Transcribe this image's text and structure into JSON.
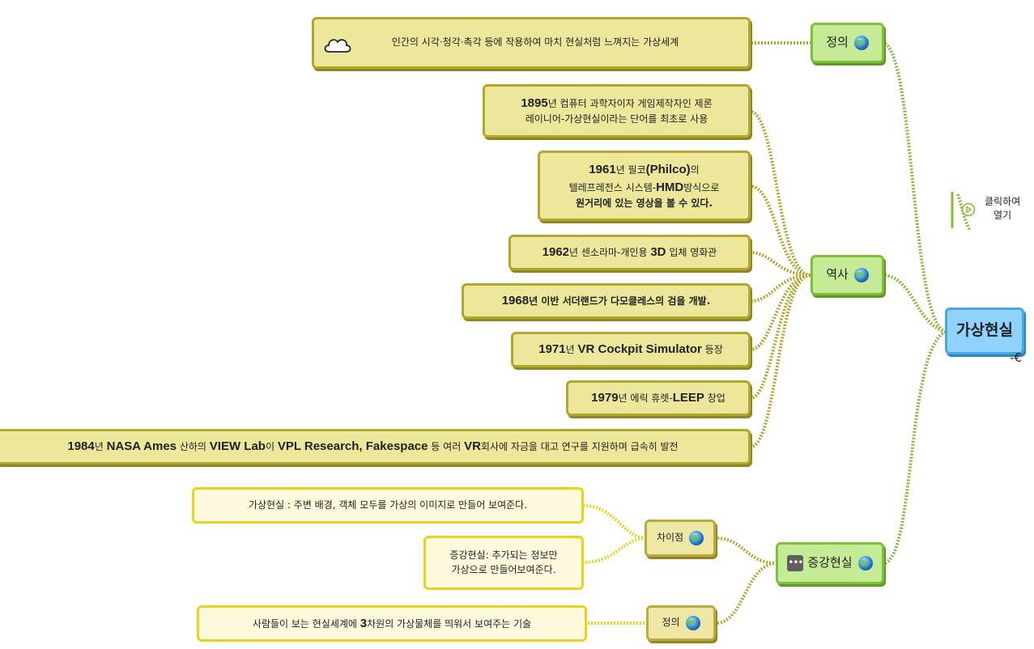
{
  "root": {
    "label": "가상현실",
    "tail": "-€"
  },
  "side_action": {
    "line1": "클릭하여",
    "line2": "열기",
    "icon": "play-circle-icon"
  },
  "branches": {
    "definition": {
      "label": "정의",
      "icon": "globe-icon",
      "text": "인간의 시각·청각·촉각 등에 작용하여 마치 현실처럼 느껴지는 가상세계",
      "text_icon": "cloud-icon"
    },
    "history": {
      "label": "역사",
      "icon": "globe-icon",
      "items": [
        {
          "year": "1895",
          "a": "년 컴퓨터 과학자이자 게임제작자인 제론",
          "b": "레이니어-가상현실이라는 단어를 최초로 사용"
        },
        {
          "year": "1961",
          "a": "년 필코",
          "big1": "(Philco)",
          "a2": "의",
          "b": "텔레프레전스 시스템-",
          "big2": "HMD",
          "b2": "방식으로",
          "c": "원거리에 있는 영상을 볼 수 있다."
        },
        {
          "year": "1962",
          "a": "년 센소라마-개인용 ",
          "big1": "3D",
          "a2": " 입체 영화관"
        },
        {
          "year": "1968",
          "a": "년 이반 서더랜드가 다모클레스의 검을 개발."
        },
        {
          "year": "1971",
          "a": "년 ",
          "big1": "VR Cockpit Simulator",
          "a2": " 등장"
        },
        {
          "year": "1979",
          "a": "년 에릭 휴렛-",
          "big1": "LEEP",
          "a2": " 창업"
        },
        {
          "year": "1984",
          "a": "년 ",
          "big1": "NASA Ames",
          "a2": " 산하의 ",
          "big2": "VIEW Lab",
          "a3": "이 ",
          "big3": "VPL Research, Fakespace",
          "a4": " 등 여러 ",
          "big4": "VR",
          "a5": "회사에 자금을 대고 연구를 지원하며 급속히 발전"
        }
      ]
    },
    "ar": {
      "label": "증강현실",
      "icon": "globe-icon",
      "note_icon": "ellipsis-icon",
      "diff": {
        "label": "차이점",
        "icon": "globe-icon",
        "items": [
          {
            "text": "가상현실 : 주변 배경, 객체 모두를 가상의 이미지로 만들어 보여준다."
          },
          {
            "line1": "증강현실: 추가되는 정보만",
            "line2": "가상으로 만들어보여준다."
          }
        ]
      },
      "def": {
        "label": "정의",
        "icon": "globe-icon",
        "pre": "사람들이 보는 현실세계에 ",
        "big": "3",
        "post": "차원의 가상물체를 띄워서 보여주는 기술"
      }
    }
  },
  "colors": {
    "root_fill": "#8fd1ff",
    "branch_fill": "#c6eb97",
    "history_fill": "#ece79b",
    "ar_fill": "#fffadd",
    "link_green": "#8cb83a",
    "link_olive": "#b1a72c",
    "link_yellow": "#ecd21b"
  }
}
